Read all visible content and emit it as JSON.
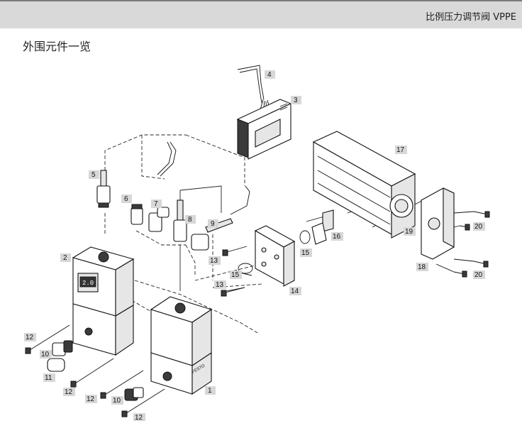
{
  "header": {
    "product_title": "比例压力调节阀 VPPE"
  },
  "page_title": "外围元件一览",
  "brand_label": "FESTO",
  "display_readout": "2.0",
  "callouts": {
    "c1": "1",
    "c2": "2",
    "c3": "3",
    "c4": "4",
    "c5": "5",
    "c6": "6",
    "c7": "7",
    "c8": "8",
    "c9": "9",
    "c10a": "10",
    "c10b": "10",
    "c11": "11",
    "c12a": "12",
    "c12b": "12",
    "c12c": "12",
    "c12d": "12",
    "c13a": "13",
    "c13b": "13",
    "c14": "14",
    "c15a": "15",
    "c15b": "15",
    "c16": "16",
    "c17": "17",
    "c18": "18",
    "c19": "19",
    "c20a": "20",
    "c20b": "20"
  }
}
